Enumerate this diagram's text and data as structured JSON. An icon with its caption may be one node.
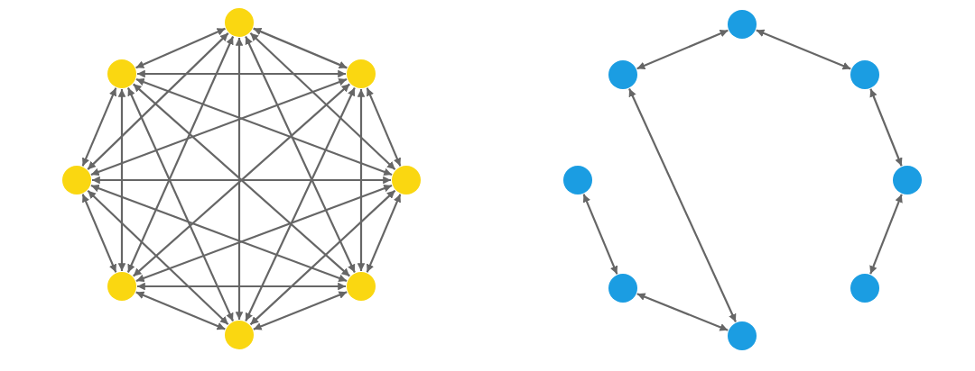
{
  "diagram": {
    "nodes": [
      {
        "text": [],
        "shape": "circle"
      },
      {
        "text": [],
        "shape": "circle"
      },
      {
        "text": [],
        "shape": "circle"
      },
      {
        "text": [],
        "shape": "circle"
      },
      {
        "text": [],
        "shape": "circle"
      },
      {
        "text": [],
        "shape": "circle"
      },
      {
        "text": [],
        "shape": "circle"
      },
      {
        "text": [],
        "shape": "circle"
      },
      {
        "text": [],
        "shape": "circle"
      },
      {
        "text": [],
        "shape": "circle"
      },
      {
        "text": [],
        "shape": "circle"
      },
      {
        "text": [],
        "shape": "circle"
      },
      {
        "text": [],
        "shape": "circle"
      },
      {
        "text": [],
        "shape": "circle"
      },
      {
        "text": [],
        "shape": "circle"
      },
      {
        "text": [],
        "shape": "circle"
      }
    ],
    "edges": [
      {
        "from": 0,
        "to": 1,
        "arrow": "both"
      },
      {
        "from": 0,
        "to": 2,
        "arrow": "both"
      },
      {
        "from": 0,
        "to": 3,
        "arrow": "both"
      },
      {
        "from": 0,
        "to": 4,
        "arrow": "both"
      },
      {
        "from": 0,
        "to": 5,
        "arrow": "both"
      },
      {
        "from": 0,
        "to": 6,
        "arrow": "both"
      },
      {
        "from": 0,
        "to": 7,
        "arrow": "both"
      },
      {
        "from": 1,
        "to": 2,
        "arrow": "both"
      },
      {
        "from": 1,
        "to": 3,
        "arrow": "both"
      },
      {
        "from": 1,
        "to": 4,
        "arrow": "both"
      },
      {
        "from": 1,
        "to": 5,
        "arrow": "both"
      },
      {
        "from": 1,
        "to": 6,
        "arrow": "both"
      },
      {
        "from": 1,
        "to": 7,
        "arrow": "both"
      },
      {
        "from": 2,
        "to": 3,
        "arrow": "both"
      },
      {
        "from": 2,
        "to": 4,
        "arrow": "both"
      },
      {
        "from": 2,
        "to": 5,
        "arrow": "both"
      },
      {
        "from": 2,
        "to": 6,
        "arrow": "both"
      },
      {
        "from": 2,
        "to": 7,
        "arrow": "both"
      },
      {
        "from": 3,
        "to": 4,
        "arrow": "both"
      },
      {
        "from": 3,
        "to": 5,
        "arrow": "both"
      },
      {
        "from": 3,
        "to": 6,
        "arrow": "both"
      },
      {
        "from": 3,
        "to": 7,
        "arrow": "both"
      },
      {
        "from": 4,
        "to": 5,
        "arrow": "both"
      },
      {
        "from": 4,
        "to": 6,
        "arrow": "both"
      },
      {
        "from": 4,
        "to": 7,
        "arrow": "both"
      },
      {
        "from": 5,
        "to": 6,
        "arrow": "both"
      },
      {
        "from": 5,
        "to": 7,
        "arrow": "both"
      },
      {
        "from": 6,
        "to": 7,
        "arrow": "both"
      },
      {
        "from": 8,
        "to": 9,
        "arrow": "both"
      },
      {
        "from": 8,
        "to": 10,
        "arrow": "both"
      },
      {
        "from": 10,
        "to": 12,
        "arrow": "both"
      },
      {
        "from": 12,
        "to": 14,
        "arrow": "both"
      },
      {
        "from": 9,
        "to": 15,
        "arrow": "both"
      },
      {
        "from": 11,
        "to": 13,
        "arrow": "both"
      },
      {
        "from": 13,
        "to": 15,
        "arrow": "both"
      }
    ]
  }
}
